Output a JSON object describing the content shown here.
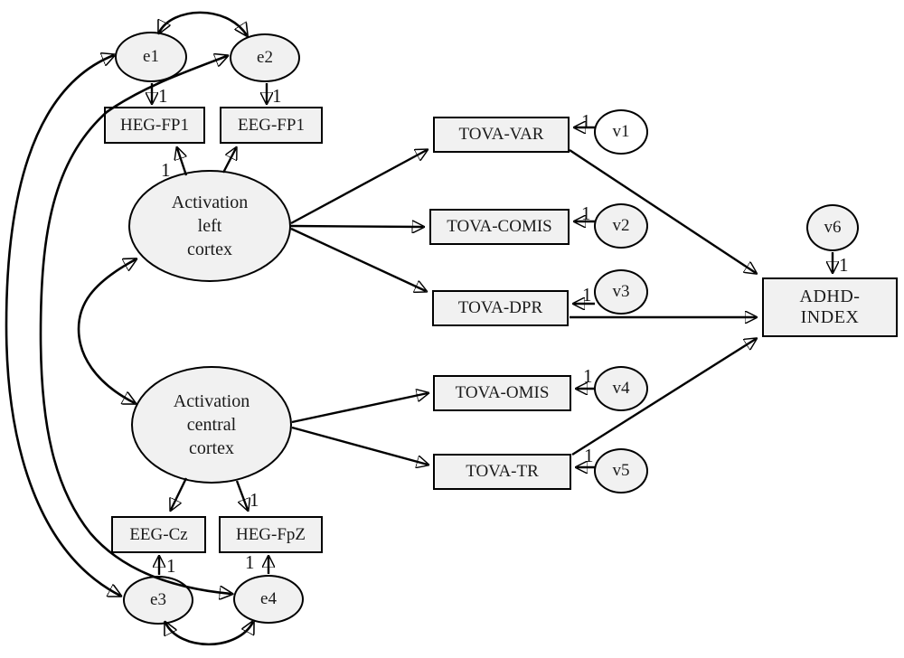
{
  "figure": {
    "kind": "structural-equation-model-path-diagram",
    "background": "#ffffff",
    "stroke_color": "#000000",
    "node_fill": "#f1f1f1",
    "v1_fill": "#ffffff",
    "edge_weight_label": "1"
  },
  "nodes": {
    "e1": {
      "label": "e1",
      "shape": "ellipse"
    },
    "e2": {
      "label": "e2",
      "shape": "ellipse"
    },
    "e3": {
      "label": "e3",
      "shape": "ellipse"
    },
    "e4": {
      "label": "e4",
      "shape": "ellipse"
    },
    "v1": {
      "label": "v1",
      "shape": "circle"
    },
    "v2": {
      "label": "v2",
      "shape": "circle"
    },
    "v3": {
      "label": "v3",
      "shape": "circle"
    },
    "v4": {
      "label": "v4",
      "shape": "circle"
    },
    "v5": {
      "label": "v5",
      "shape": "circle"
    },
    "v6": {
      "label": "v6",
      "shape": "circle"
    },
    "heg_fp1": {
      "label": "HEG-FP1",
      "shape": "rect"
    },
    "eeg_fp1": {
      "label": "EEG-FP1",
      "shape": "rect"
    },
    "tova_var": {
      "label": "TOVA-VAR",
      "shape": "rect"
    },
    "tova_comis": {
      "label": "TOVA-COMIS",
      "shape": "rect"
    },
    "tova_dpr": {
      "label": "TOVA-DPR",
      "shape": "rect"
    },
    "tova_omis": {
      "label": "TOVA-OMIS",
      "shape": "rect"
    },
    "tova_tr": {
      "label": "TOVA-TR",
      "shape": "rect"
    },
    "eeg_cz": {
      "label": "EEG-Cz",
      "shape": "rect"
    },
    "heg_fpz": {
      "label": "HEG-FpZ",
      "shape": "rect"
    },
    "adhd_index": {
      "label": "ADHD-\nINDEX",
      "shape": "rect"
    },
    "act_left": {
      "label": "Activation\nleft\ncortex",
      "shape": "ellipse"
    },
    "act_central": {
      "label": "Activation\ncentral\ncortex",
      "shape": "ellipse"
    }
  },
  "edges": [
    {
      "from": "e1",
      "to": "HEG-FP1",
      "type": "path",
      "weight": "1"
    },
    {
      "from": "e2",
      "to": "EEG-FP1",
      "type": "path",
      "weight": "1"
    },
    {
      "from": "Activation left cortex",
      "to": "HEG-FP1",
      "type": "path",
      "weight": "1"
    },
    {
      "from": "Activation left cortex",
      "to": "EEG-FP1",
      "type": "path"
    },
    {
      "from": "Activation left cortex",
      "to": "TOVA-VAR",
      "type": "path"
    },
    {
      "from": "Activation left cortex",
      "to": "TOVA-COMIS",
      "type": "path"
    },
    {
      "from": "Activation left cortex",
      "to": "TOVA-DPR",
      "type": "path"
    },
    {
      "from": "Activation central cortex",
      "to": "TOVA-OMIS",
      "type": "path"
    },
    {
      "from": "Activation central cortex",
      "to": "TOVA-TR",
      "type": "path"
    },
    {
      "from": "Activation central cortex",
      "to": "EEG-Cz",
      "type": "path"
    },
    {
      "from": "Activation central cortex",
      "to": "HEG-FpZ",
      "type": "path",
      "weight": "1"
    },
    {
      "from": "e3",
      "to": "EEG-Cz",
      "type": "path",
      "weight": "1"
    },
    {
      "from": "e4",
      "to": "HEG-FpZ",
      "type": "path",
      "weight": "1"
    },
    {
      "from": "v1",
      "to": "TOVA-VAR",
      "type": "path",
      "weight": "1"
    },
    {
      "from": "v2",
      "to": "TOVA-COMIS",
      "type": "path",
      "weight": "1"
    },
    {
      "from": "v3",
      "to": "TOVA-DPR",
      "type": "path",
      "weight": "1"
    },
    {
      "from": "v4",
      "to": "TOVA-OMIS",
      "type": "path",
      "weight": "1"
    },
    {
      "from": "v5",
      "to": "TOVA-TR",
      "type": "path",
      "weight": "1"
    },
    {
      "from": "v6",
      "to": "ADHD-INDEX",
      "type": "path",
      "weight": "1"
    },
    {
      "from": "TOVA-VAR",
      "to": "ADHD-INDEX",
      "type": "path"
    },
    {
      "from": "TOVA-DPR",
      "to": "ADHD-INDEX",
      "type": "path"
    },
    {
      "from": "TOVA-TR",
      "to": "ADHD-INDEX",
      "type": "path"
    },
    {
      "between": [
        "e1",
        "e2"
      ],
      "type": "covariance"
    },
    {
      "between": [
        "e3",
        "e4"
      ],
      "type": "covariance"
    },
    {
      "between": [
        "e1",
        "e3"
      ],
      "type": "covariance"
    },
    {
      "between": [
        "e2",
        "e4"
      ],
      "type": "covariance"
    },
    {
      "between": [
        "Activation left cortex",
        "Activation central cortex"
      ],
      "type": "covariance"
    }
  ]
}
